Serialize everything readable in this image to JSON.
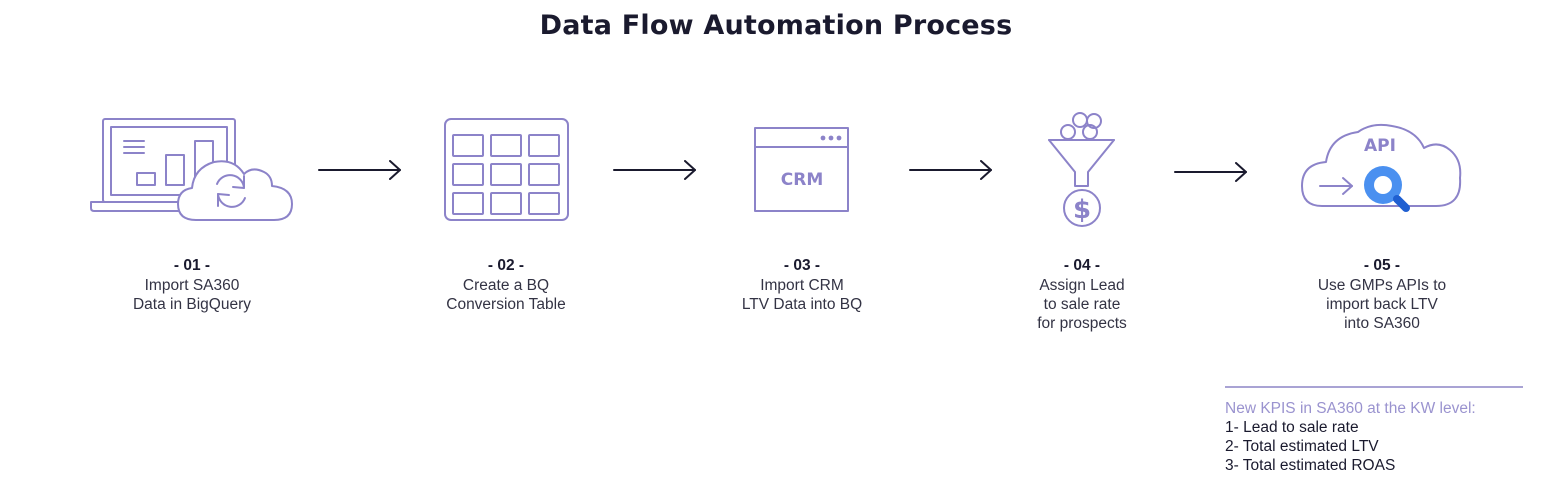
{
  "title": "Data Flow Automation Process",
  "colors": {
    "icon_stroke": "#8c83c9",
    "icon_fill_light": "#ffffff",
    "api_accent": "#4a90f0",
    "api_handle": "#1f5fd1",
    "arrow": "#1a1a2e",
    "kpi_heading": "#9a93cf",
    "kpi_rule": "#a9a3d4"
  },
  "steps": [
    {
      "number": "- 01 -",
      "lines": [
        "Import SA360",
        "Data in BigQuery"
      ],
      "icon": "laptop-cloud-sync-icon"
    },
    {
      "number": "- 02 -",
      "lines": [
        "Create a BQ",
        "Conversion Table"
      ],
      "icon": "table-grid-icon"
    },
    {
      "number": "- 03 -",
      "lines": [
        "Import CRM",
        "LTV Data into BQ"
      ],
      "icon": "crm-window-icon",
      "icon_label": "CRM"
    },
    {
      "number": "- 04 -",
      "lines": [
        "Assign Lead",
        "to sale rate",
        "for prospects"
      ],
      "icon": "funnel-dollar-icon",
      "icon_label": "$"
    },
    {
      "number": "- 05 -",
      "lines": [
        "Use GMPs APIs to",
        "import back LTV",
        "into SA360"
      ],
      "icon": "api-cloud-search-icon",
      "icon_label": "API"
    }
  ],
  "kpis": {
    "heading": "New KPIS in SA360 at the KW level:",
    "items": [
      "1- Lead to sale rate",
      "2- Total estimated LTV",
      "3- Total estimated ROAS"
    ]
  }
}
